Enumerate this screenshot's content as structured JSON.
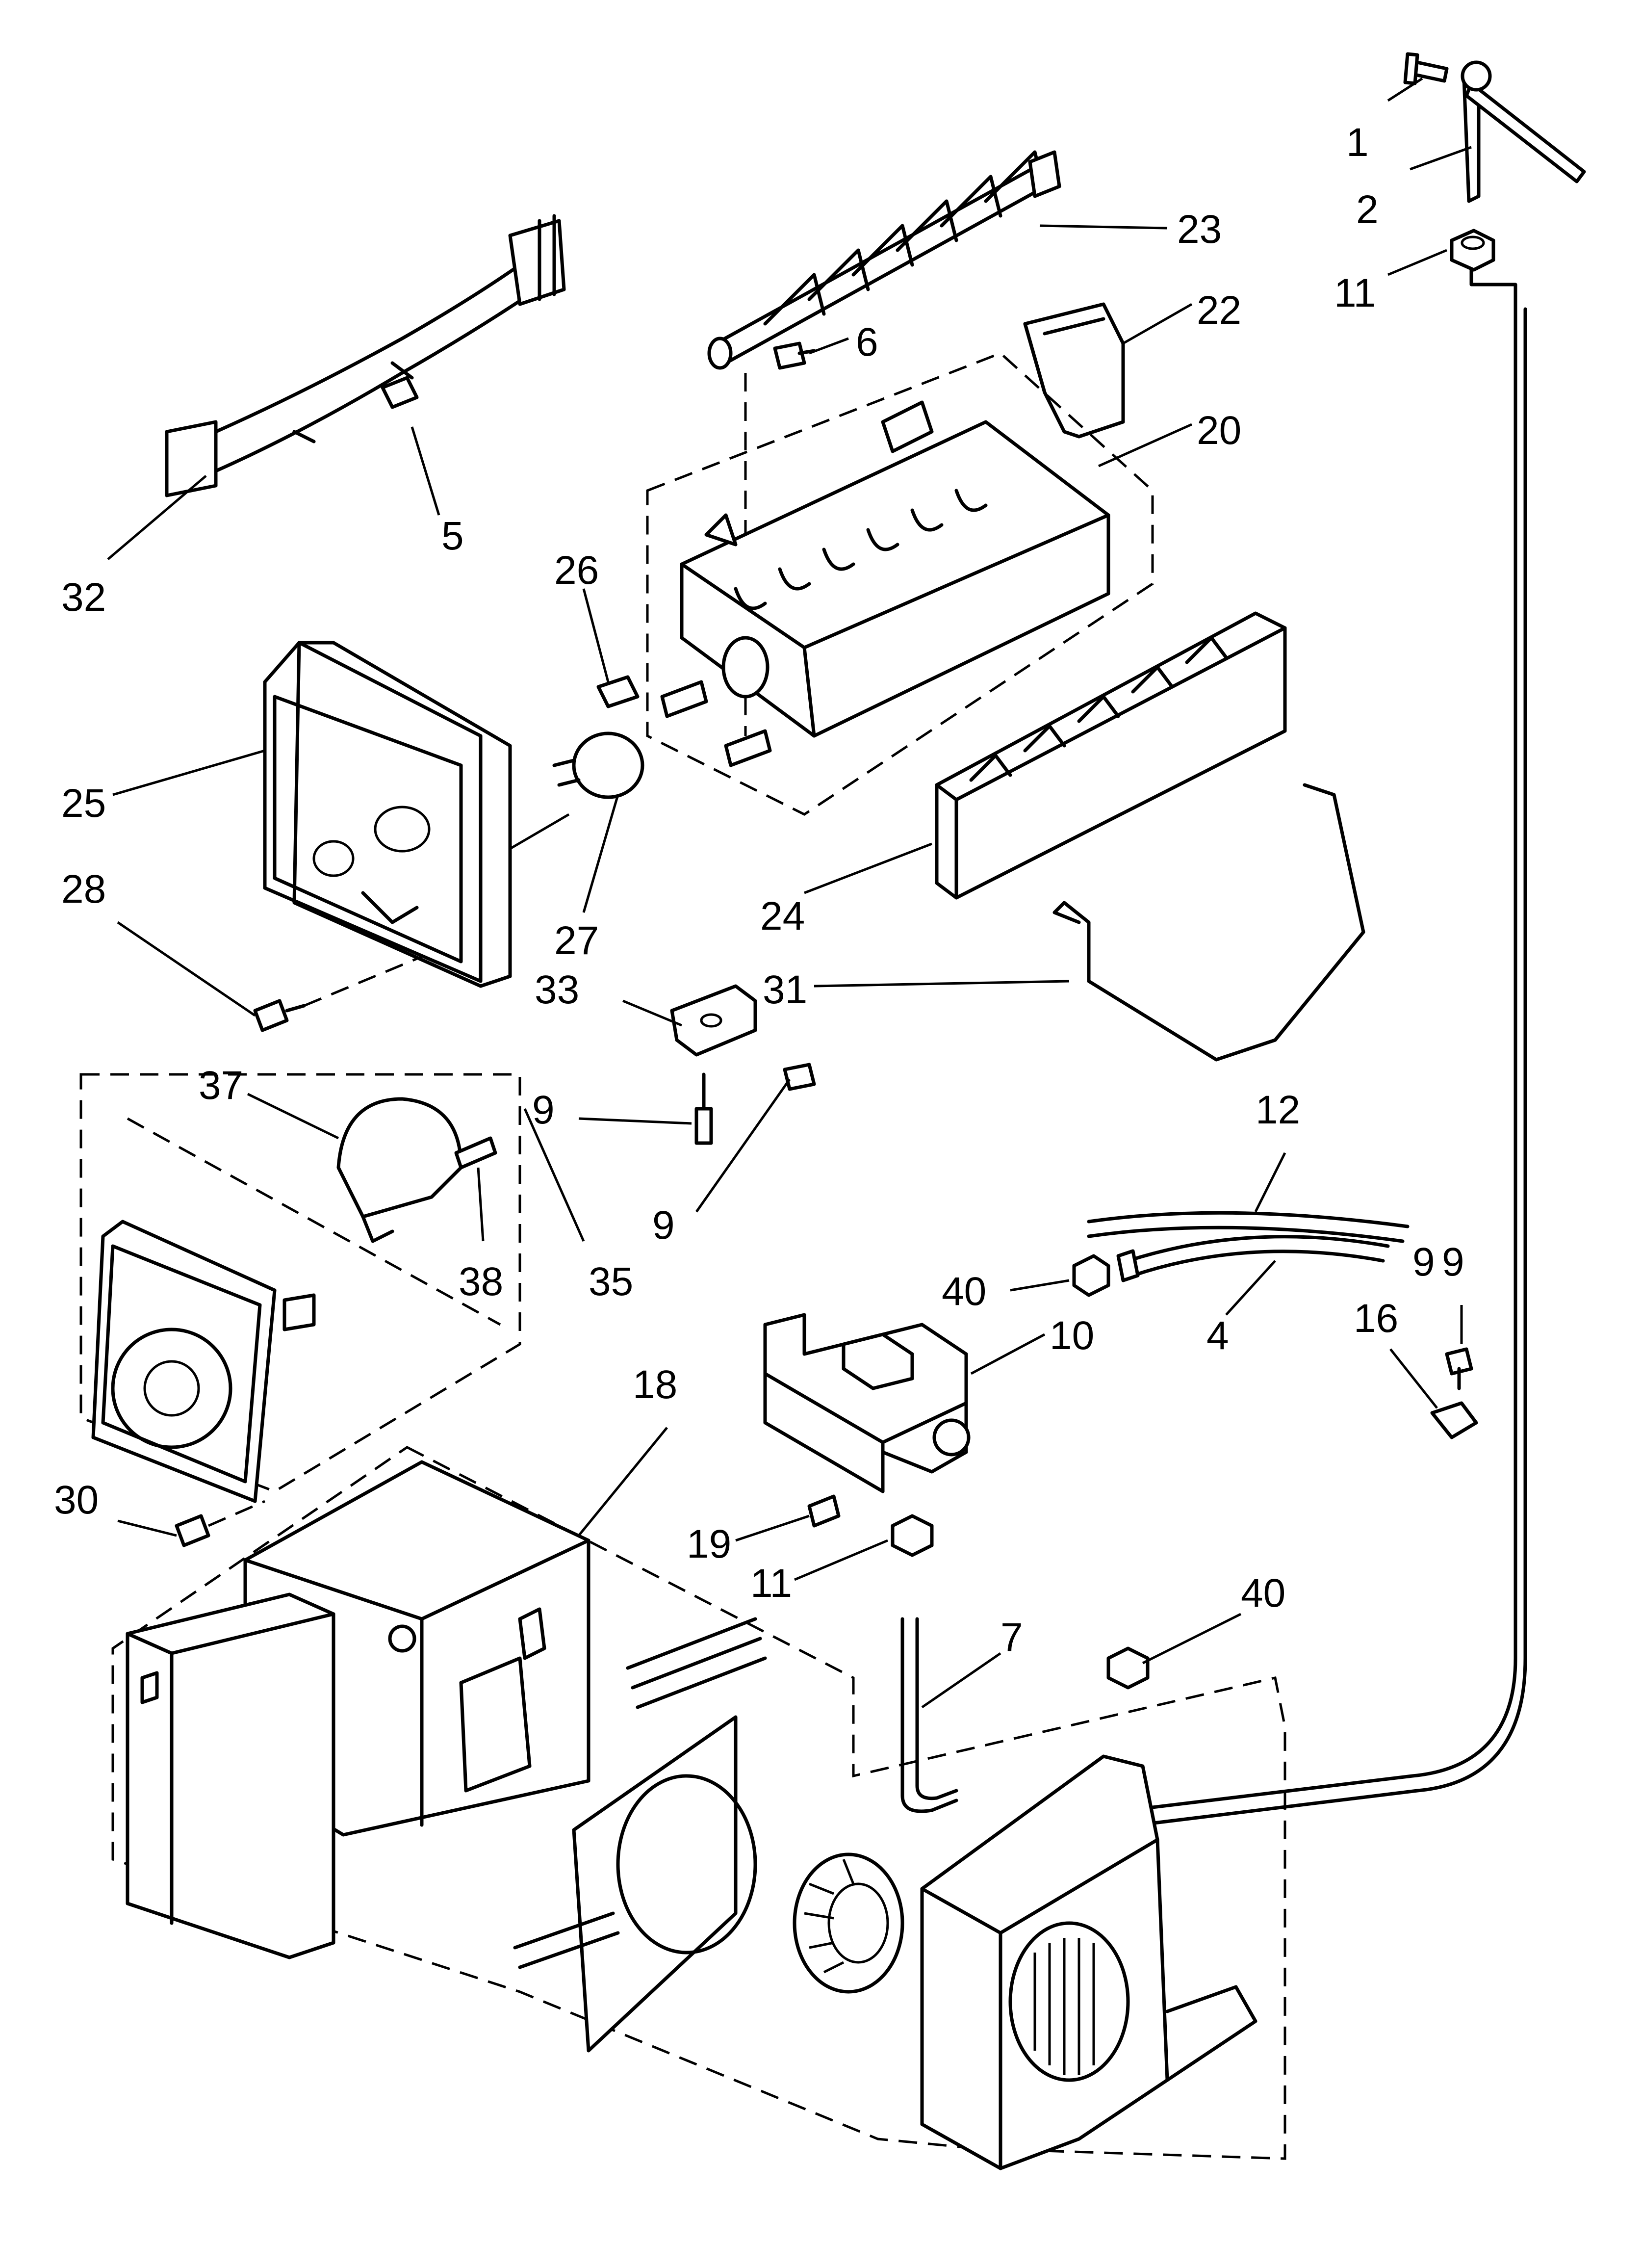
{
  "callouts": [
    {
      "id": "c1",
      "text": "1"
    },
    {
      "id": "c2",
      "text": "2"
    },
    {
      "id": "c11a",
      "text": "11"
    },
    {
      "id": "c23",
      "text": "23"
    },
    {
      "id": "c22",
      "text": "22"
    },
    {
      "id": "c6",
      "text": "6"
    },
    {
      "id": "c20",
      "text": "20"
    },
    {
      "id": "c5",
      "text": "5"
    },
    {
      "id": "c32",
      "text": "32"
    },
    {
      "id": "c26",
      "text": "26"
    },
    {
      "id": "c25",
      "text": "25"
    },
    {
      "id": "c28",
      "text": "28"
    },
    {
      "id": "c27",
      "text": "27"
    },
    {
      "id": "c24",
      "text": "24"
    },
    {
      "id": "c33",
      "text": "33"
    },
    {
      "id": "c31",
      "text": "31"
    },
    {
      "id": "c37",
      "text": "37"
    },
    {
      "id": "c9a",
      "text": "9"
    },
    {
      "id": "c9b",
      "text": "9"
    },
    {
      "id": "c9c",
      "text": "9"
    },
    {
      "id": "c38",
      "text": "38"
    },
    {
      "id": "c35",
      "text": "35"
    },
    {
      "id": "c12",
      "text": "12"
    },
    {
      "id": "c40a",
      "text": "40"
    },
    {
      "id": "c4",
      "text": "4"
    },
    {
      "id": "c9d",
      "text": "9"
    },
    {
      "id": "c10",
      "text": "10"
    },
    {
      "id": "c16",
      "text": "16"
    },
    {
      "id": "c18",
      "text": "18"
    },
    {
      "id": "c30",
      "text": "30"
    },
    {
      "id": "c19",
      "text": "19"
    },
    {
      "id": "c11b",
      "text": "11"
    },
    {
      "id": "c40b",
      "text": "40"
    },
    {
      "id": "c7",
      "text": "7"
    }
  ]
}
